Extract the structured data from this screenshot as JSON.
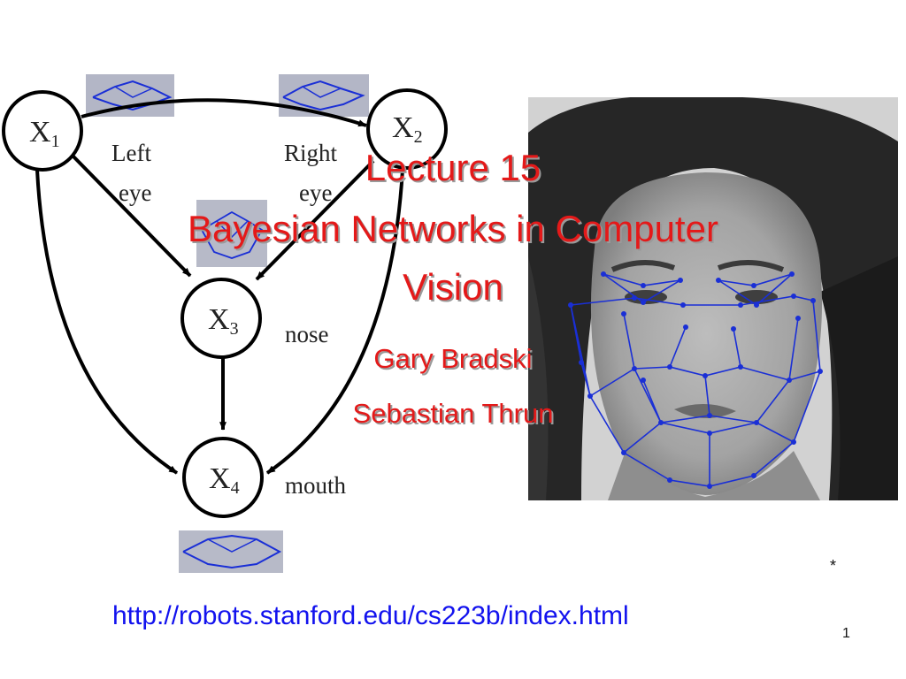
{
  "slide": {
    "title_line1": "Lecture 15",
    "title_line2": "Bayesian Networks in Computer",
    "title_line3": "Vision",
    "author1": "Gary Bradski",
    "author2": "Sebastian Thrun",
    "url": "http://robots.stanford.edu/cs223b/index.html",
    "footnote_mark": "*",
    "page_number": "1"
  },
  "diagram": {
    "nodes": [
      {
        "id": "X1",
        "letter": "X",
        "subscript": "1"
      },
      {
        "id": "X2",
        "letter": "X",
        "subscript": "2"
      },
      {
        "id": "X3",
        "letter": "X",
        "subscript": "3"
      },
      {
        "id": "X4",
        "letter": "X",
        "subscript": "4"
      }
    ],
    "feature_labels": {
      "left_eye_1": "Left",
      "left_eye_2": "eye",
      "right_eye_1": "Right",
      "right_eye_2": "eye",
      "nose": "nose",
      "mouth": "mouth"
    },
    "edges": [
      [
        "X1",
        "X2"
      ],
      [
        "X1",
        "X3"
      ],
      [
        "X2",
        "X3"
      ],
      [
        "X3",
        "X4"
      ],
      [
        "X1",
        "X4"
      ],
      [
        "X2",
        "X4"
      ]
    ]
  },
  "colors": {
    "title": "#e41919",
    "url": "#1212ee",
    "mesh": "#1a2fd6"
  }
}
